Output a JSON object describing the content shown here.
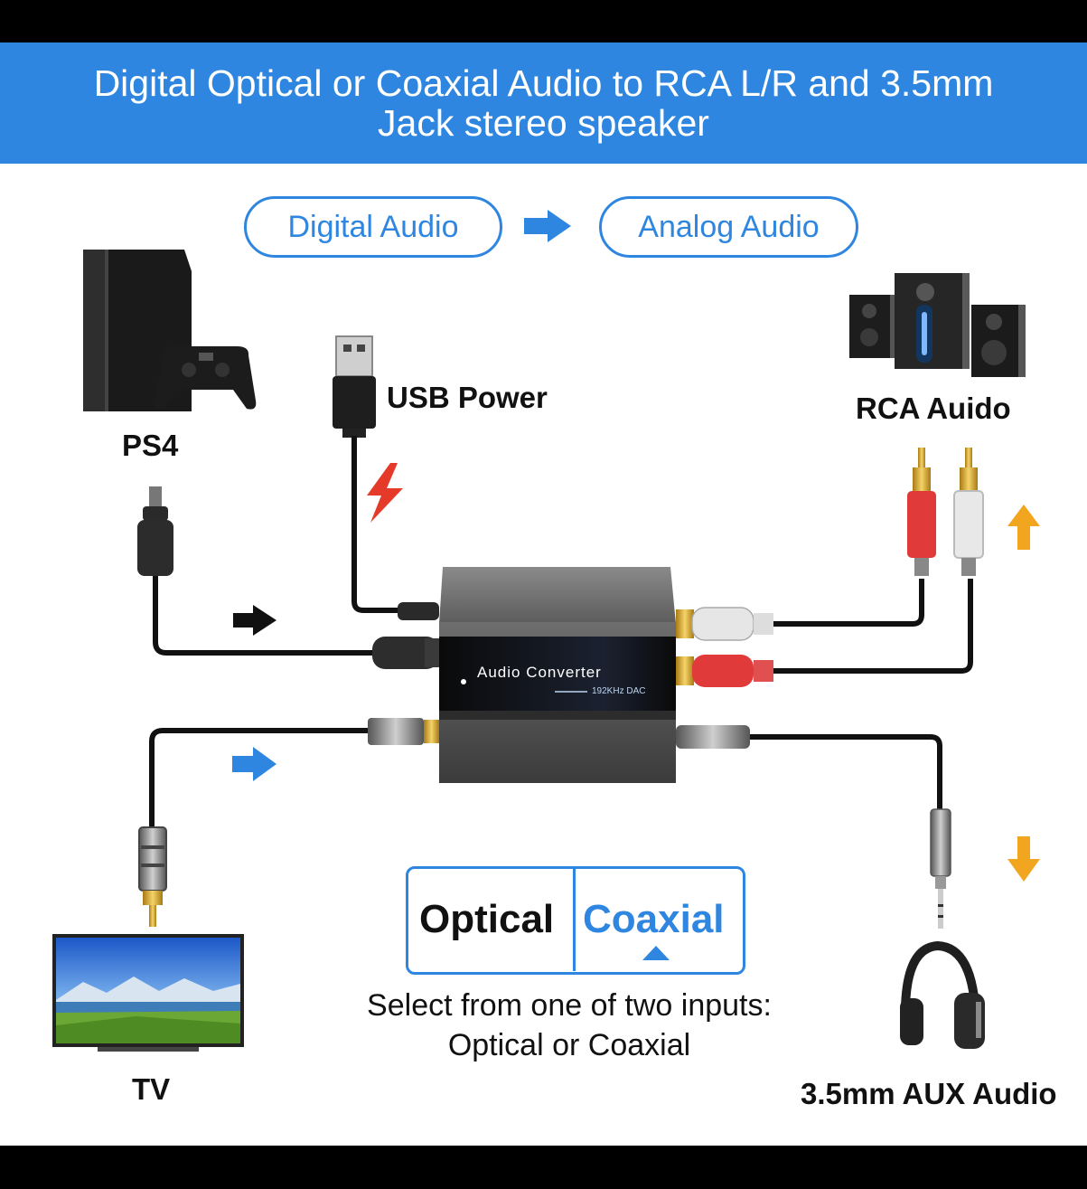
{
  "banner": {
    "title_line1": "Digital Optical or Coaxial Audio to RCA L/R and 3.5mm",
    "title_line2": "Jack stereo speaker"
  },
  "flow": {
    "from_label": "Digital Audio",
    "to_label": "Analog Audio"
  },
  "devices": {
    "ps4": "PS4",
    "usb": "USB Power",
    "rca": "RCA Auido",
    "tv": "TV",
    "aux": "3.5mm AUX Audio"
  },
  "converter": {
    "name": "Audio Converter",
    "sub": "192KHz DAC"
  },
  "selector": {
    "option1": "Optical",
    "option2": "Coaxial",
    "caption_line1": "Select from one of two inputs:",
    "caption_line2": "Optical or Coaxial"
  },
  "colors": {
    "accent_blue": "#2f86e0",
    "power_red": "#e53a2a",
    "output_orange": "#f2a51e"
  }
}
